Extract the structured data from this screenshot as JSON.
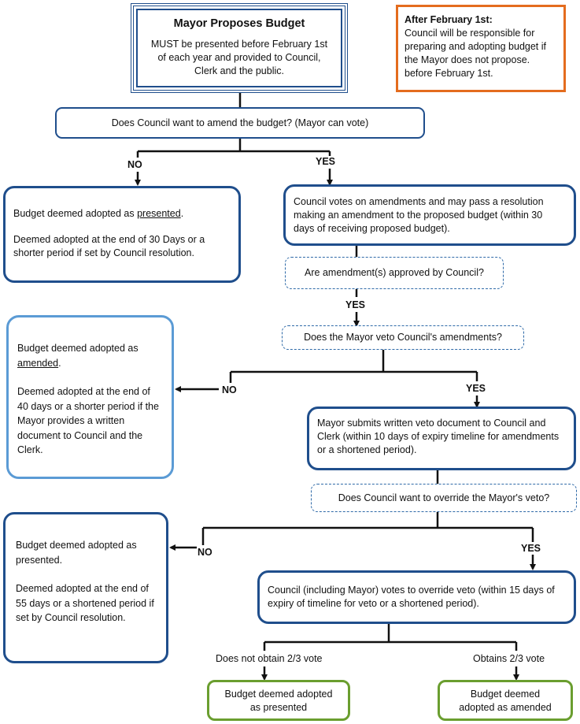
{
  "title_box": {
    "title": "Mayor Proposes Budget",
    "text": "MUST be presented before February 1st of each year and provided to Council, Clerk and the public."
  },
  "note_box": {
    "title": "After February 1st:",
    "text": "Council will be responsible for preparing and adopting budget if the Mayor does not propose. before February 1st."
  },
  "q_amend": "Does Council want to amend the budget? (Mayor can vote)",
  "labels": {
    "no1": "NO",
    "yes1": "YES",
    "yes2": "YES",
    "no2": "NO",
    "yes3": "YES",
    "no3": "NO",
    "yes4": "YES",
    "not_two_thirds": "Does not obtain 2/3 vote",
    "two_thirds": "Obtains 2/3 vote"
  },
  "box_presented_30": {
    "line1_pre": "Budget deemed adopted as ",
    "line1_u": "presented",
    "line1_post": ".",
    "line2": "Deemed adopted at the end of 30 Days or a shorter period if set by Council resolution."
  },
  "box_council_votes": "Council votes on amendments and may pass a resolution making an amendment to the proposed budget (within 30 days of receiving proposed budget).",
  "q_approved": "Are amendment(s) approved by Council?",
  "q_veto": "Does the Mayor veto Council's amendments?",
  "box_amended_40": {
    "line1_pre": "Budget deemed adopted as ",
    "line1_u": "amended",
    "line1_post": ".",
    "line2": "Deemed adopted at the end of 40 days or a shorter period if the Mayor provides a written document to Council and the Clerk."
  },
  "box_veto_doc": "Mayor submits written veto document to Council and Clerk (within 10 days of expiry timeline for amendments or a shortened period).",
  "q_override": "Does Council want to override the Mayor's veto?",
  "box_presented_55": {
    "line1": "Budget deemed adopted as presented.",
    "line2": "Deemed adopted at the end of 55 days or a shortened period if set by Council resolution."
  },
  "box_override_vote": "Council (including Mayor) votes to override veto (within 15 days of expiry of timeline for veto or a shortened period).",
  "box_final_presented": "Budget deemed adopted as presented",
  "box_final_amended": "Budget deemed adopted as amended",
  "colors": {
    "navy": "#1f4e8c",
    "light_blue": "#5b9bd5",
    "green": "#6a9e2f",
    "orange": "#e46c1e"
  }
}
